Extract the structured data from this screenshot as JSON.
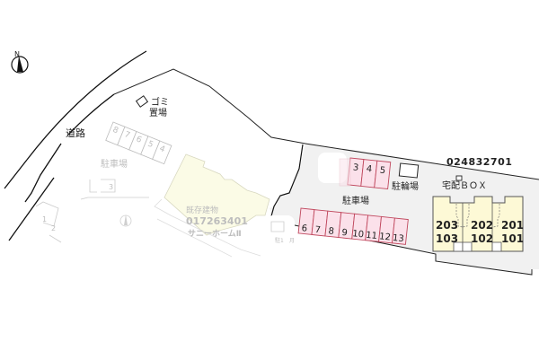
{
  "compass": {
    "label": "N"
  },
  "labels": {
    "road": "道路",
    "garbage_line1": "ゴミ",
    "garbage_line2": "置場",
    "parking_left": "駐車場",
    "parking_main": "駐車場",
    "bicycle_parking": "駐輪場",
    "delivery_box": "宅配ＢＯＸ",
    "existing_building": "既存建物",
    "existing_building_code": "017263401",
    "existing_building_name": "サニーホームⅡ",
    "main_building_code": "024832701",
    "small_faded_left": "3",
    "small_faded_mid": "駐1",
    "small_faded_mid2": "月"
  },
  "parking_top": [
    "3",
    "4",
    "5"
  ],
  "parking_bottom": [
    "6",
    "7",
    "8",
    "9",
    "10",
    "11",
    "12",
    "13"
  ],
  "parking_faded": [
    "8",
    "7",
    "6",
    "5",
    "4"
  ],
  "parking_faded_small": [
    "1",
    "2"
  ],
  "units": {
    "upper": [
      "203",
      "202",
      "201"
    ],
    "lower": [
      "103",
      "102",
      "101"
    ]
  },
  "colors": {
    "parking_fill": "#fbe1ea",
    "parking_stroke": "#c0485e",
    "building_fill": "#fdf9d6",
    "building_stroke": "#555555",
    "lot_fill": "#f1f1f1",
    "faded_building_fill": "#fbfbe8"
  }
}
